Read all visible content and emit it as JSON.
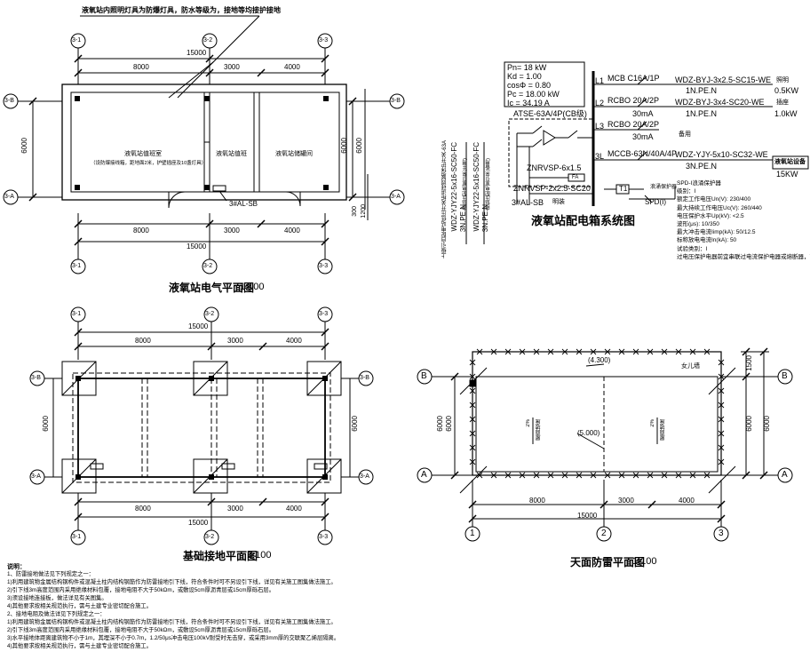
{
  "plan": {
    "callout": "液氧站内照明灯具为防爆灯具，防水等级为，接地等均接护接地",
    "grid_top": [
      "3-1",
      "3-2",
      "3-3"
    ],
    "grid_bottom": [
      "3-1",
      "3-2",
      "3-3"
    ],
    "grid_left": [
      "3-B",
      "3-A"
    ],
    "grid_right": [
      "3-B",
      "3-A"
    ],
    "dim_total": "15000",
    "dims": [
      "8000",
      "3000",
      "4000"
    ],
    "dim_height": "6000",
    "dim_small": [
      "300",
      "1200"
    ],
    "room1": "液氧站值班室",
    "room1_note": "（设防爆接线箱，距地面2米，护壁插座及10盏灯具）",
    "room2": "液氧站值班",
    "room3": "液氧站储罐间",
    "panel_label": "3#AL-SB",
    "title": "液氧站电气平面图",
    "scale": "1:100"
  },
  "system": {
    "params": [
      "Pn= 18 kW",
      "Kd = 1.00",
      "cosΦ = 0.80",
      "Pc = 18.00 kW",
      "Ic = 34.19 A"
    ],
    "atse": "ATSE-63A/4P(CB级)",
    "circuits": [
      {
        "id": "L1",
        "device": "MCB C16A/1P",
        "rcd": "",
        "cable": "WDZ-BYJ-3x2.5-SC15-WE",
        "cond": "1N.PE.N",
        "use": "照明",
        "kw": "0.5KW"
      },
      {
        "id": "L2",
        "device": "RCBO 20A/2P",
        "rcd": "30mA",
        "cable": "WDZ-BYJ-3x4-SC20-WE",
        "cond": "1N.PE.N",
        "use": "插座",
        "kw": "1.0kW"
      },
      {
        "id": "L3",
        "device": "RCBO 20A/2P",
        "rcd": "30mA",
        "cable": "",
        "cond": "",
        "use": "备用",
        "kw": ""
      },
      {
        "id": "3L",
        "device": "MCCB-63N/40A/4P",
        "rcd": "",
        "cable": "WDZ-YJY-5x10-SC32-WE",
        "cond": "3N.PE.N",
        "use": "液氧站设备",
        "kw": "15KW"
      }
    ],
    "znrvsp1": "ZNRVSP-6x1.5",
    "fa": "FA",
    "znrvsp2": "ZNRVSP-2x2.5-SC20",
    "panel": "3#AL-SB",
    "panel_sub": "明装",
    "spd": "SPD(I)",
    "spd_note": "浪涌保护器",
    "t1": "T1",
    "title": "液氧站配电箱系统图",
    "feeders": [
      "上级引自配电站低压开关柜进线回路保护开关-63A",
      "WDZ-YJY22-5x16-SC50-FC",
      "3N.PE.N",
      "由低压配电室引来(主用)",
      "WDZ-YJY22-5x16-SC50-FC",
      "3N.PE.N",
      "由低压配电室引来(备用)"
    ],
    "spd_specs": [
      "SPD-I浪涌保护器",
      "级别：I",
      "额定工作电压Un(V): 230/400",
      "最大持续工作电压Uc(V): 260/440",
      "电压保护水平Up(kV): <2.5",
      "波形(μs): 10/350",
      "最大冲击电流Iimp(kA): 50/12.5",
      "标称放电电流In(kA): 50",
      "试验类别：I",
      "过电压保护电器前宜串联过电流保护电器或熔断器，前宜设计"
    ]
  },
  "ground": {
    "grid_top": [
      "3-1",
      "3-2",
      "3-3"
    ],
    "grid_bottom": [
      "3-1",
      "3-2",
      "3-3"
    ],
    "grid_left": [
      "3-B",
      "3-A"
    ],
    "grid_right": [
      "3-B",
      "3-A"
    ],
    "dim_total": "15000",
    "dims": [
      "8000",
      "3000",
      "4000"
    ],
    "dim_height": "6000",
    "title": "基础接地平面图",
    "scale": "1:100"
  },
  "roof": {
    "grid_left": [
      "B",
      "A"
    ],
    "grid_right": [
      "B",
      "A"
    ],
    "grid_bottom": [
      "1",
      "2",
      "3"
    ],
    "dim_total": "15000",
    "dims": [
      "8000",
      "3000",
      "4000"
    ],
    "dim_height": "6000",
    "dim_right": [
      "1500",
      "6000"
    ],
    "elev1": "(4.300)",
    "elev2": "(5.000)",
    "slope": "2%",
    "slope_text": "屋面坡度",
    "parapet": "女儿墙",
    "title": "天面防雷平面图",
    "scale": "1:100"
  },
  "notes": {
    "heading": "说明：",
    "lines": [
      "1、防雷接地做法见下列规定之一：",
      "1)利用建筑物金属结构钢构件或混凝土柱内结构钢筋作为防雷接地引下线，符合条件时可不另设引下线，详见有关施工图集做法施工。",
      "2)引下线3m高度范围内采用绝缘材料包覆，接地电阻不大于50kΩm，或敷设5cm厚沥青层或15cm厚砾石层。",
      "3)须设接地连接板，做法详见有关图集。",
      "4)其他要求按相关规范执行，需与土建专业密切配合施工。",
      "2、接地电阻及做法详见下列规定之一：",
      "1)利用建筑物金属结构钢构件或混凝土柱内结构钢筋作为防雷接地引下线，符合条件时可不另设引下线，详见有关施工图集做法施工。",
      "2)引下线3m高度范围内采用绝缘材料包覆，接地电阻不大于50kΩm，或敷设5cm厚沥青层或15cm厚砾石层。",
      "3)水平接地体距离建筑物不小于1m，其埋深不小于0.7m，1.2/50μs冲击电压100kV耐受时无击穿，或采用3mm厚的交联聚乙烯层隔离。",
      "4)其他要求按相关规范执行，需与土建专业密切配合施工。"
    ]
  }
}
